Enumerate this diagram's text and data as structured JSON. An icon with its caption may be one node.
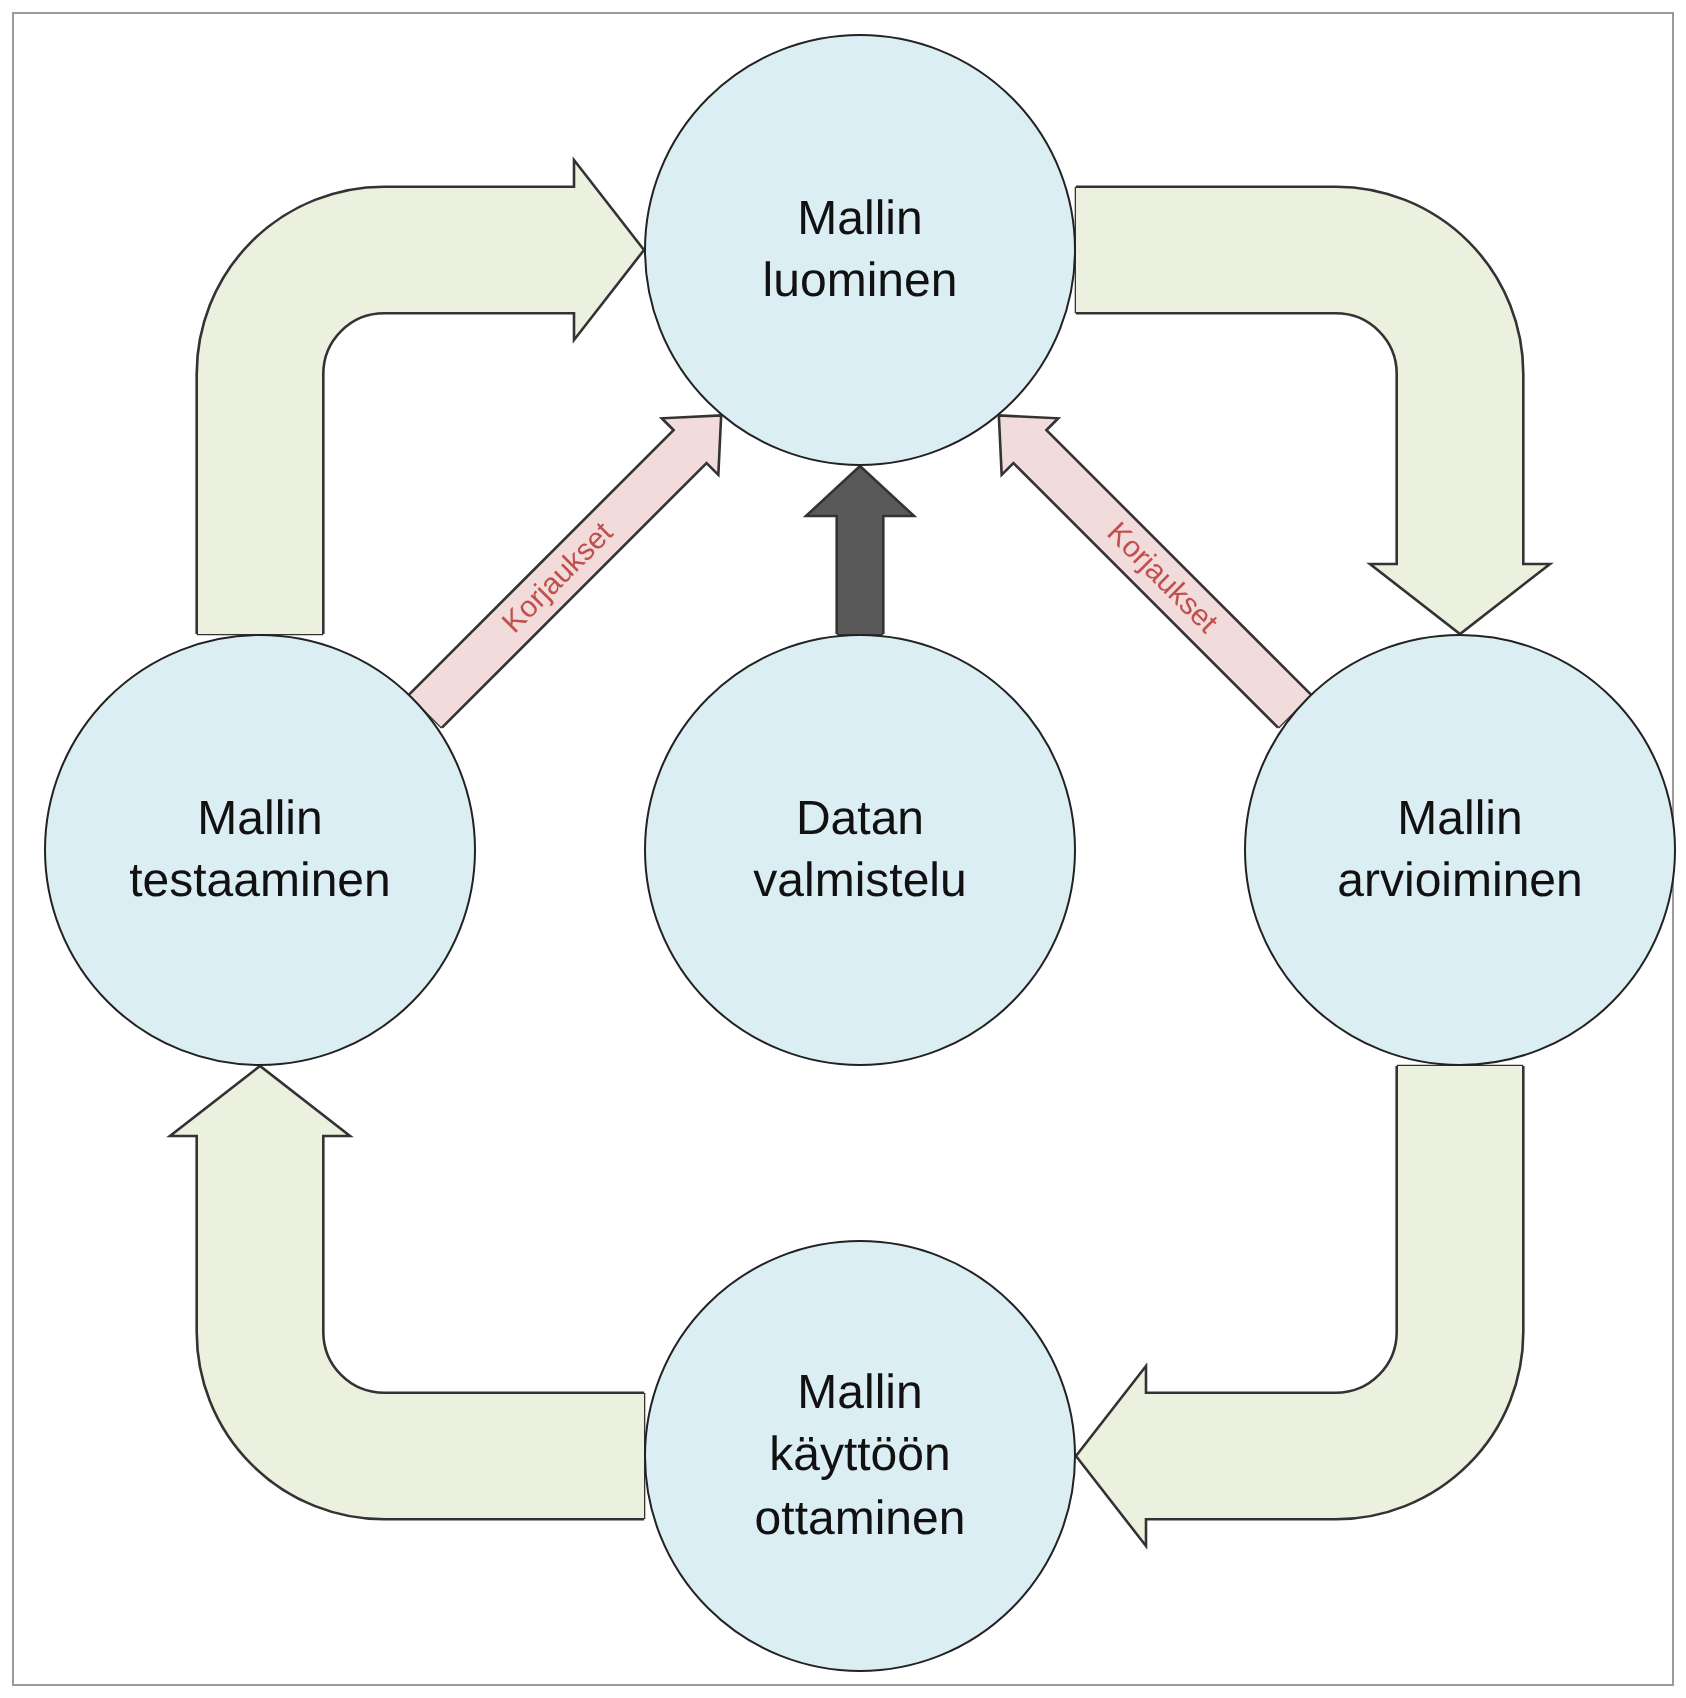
{
  "diagram": {
    "nodes": [
      {
        "text": [
          "Mallin luominen"
        ]
      },
      {
        "text": [
          "Mallin testaaminen"
        ]
      },
      {
        "text": [
          "Datan valmistelu"
        ]
      },
      {
        "text": [
          "Mallin arvioiminen"
        ]
      },
      {
        "text": [
          "Mallin käyttöön ottaminen"
        ]
      }
    ],
    "edges": [
      {
        "from": 0,
        "to": 3,
        "arrow": "to"
      },
      {
        "from": 3,
        "to": 4,
        "arrow": "to"
      },
      {
        "from": 4,
        "to": 1,
        "arrow": "to"
      },
      {
        "from": 1,
        "to": 0,
        "arrow": "to"
      },
      {
        "from": 2,
        "to": 0,
        "arrow": "to",
        "color": "#595959"
      },
      {
        "from": 1,
        "to": 0,
        "arrow": "to",
        "label": "Korjaukset",
        "color": "#f2dcdb"
      },
      {
        "from": 3,
        "to": 0,
        "arrow": "to",
        "label": "Korjaukset",
        "color": "#f2dcdb"
      }
    ]
  }
}
